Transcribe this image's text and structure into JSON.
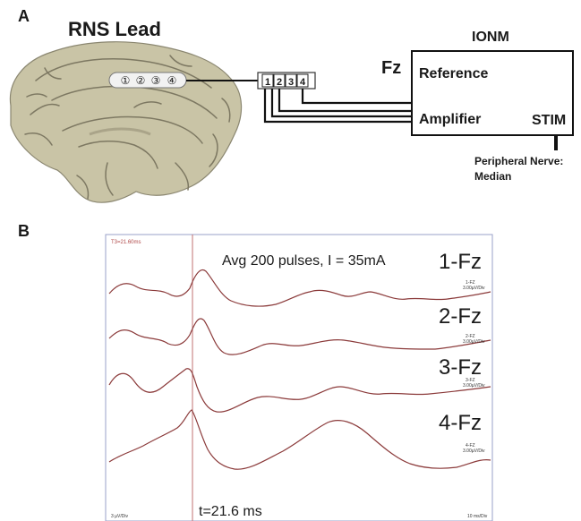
{
  "panel_a": {
    "label": "A",
    "title": "RNS Lead",
    "electrodes": [
      "①",
      "②",
      "③",
      "④"
    ],
    "connector_channels": [
      "1",
      "2",
      "3",
      "4"
    ],
    "ionm": {
      "title": "IONM",
      "fz_label": "Fz",
      "reference_label": "Reference",
      "amplifier_label": "Amplifier",
      "stim_label": "STIM",
      "peripheral_line1": "Peripheral Nerve:",
      "peripheral_line2": "Median"
    }
  },
  "panel_b": {
    "label": "B",
    "top_left_readout": "T3=21.60ms",
    "avg_text": "Avg 200 pulses, I = 35mA",
    "time_marker": "t=21.6 ms",
    "bottom_left_scale": "3 µV/Div",
    "bottom_right_scale": "10 ms/Div",
    "traces": [
      {
        "name": "1-Fz",
        "small_name": "1-FZ",
        "small_scale": "3.00µV/Div"
      },
      {
        "name": "2-Fz",
        "small_name": "2-FZ",
        "small_scale": "3.00µV/Div"
      },
      {
        "name": "3-Fz",
        "small_name": "3-FZ",
        "small_scale": "3.00µV/Div"
      },
      {
        "name": "4-Fz",
        "small_name": "4-FZ",
        "small_scale": "3.00µV/Div"
      }
    ],
    "colors": {
      "trace": "#8b3a3a",
      "marker": "#c07070",
      "frame": "#9aa0c8"
    }
  }
}
